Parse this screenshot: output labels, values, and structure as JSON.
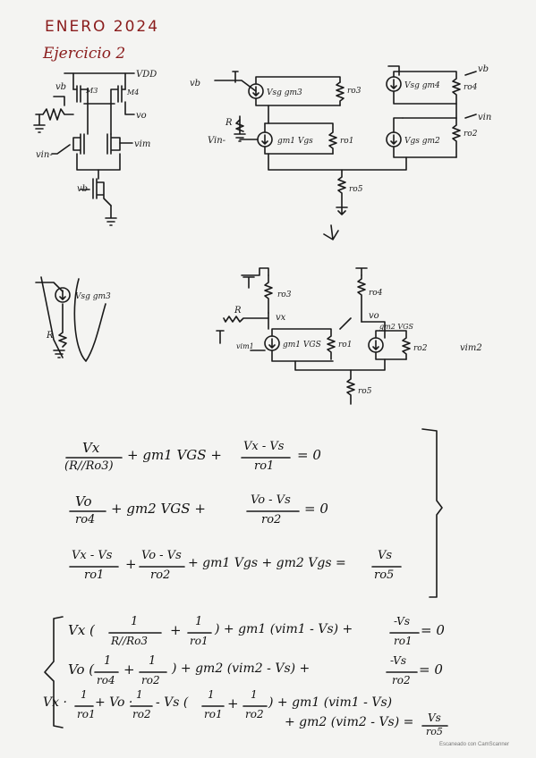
{
  "header": {
    "title": "ENERO 2024",
    "subtitle": "Ejercicio 2"
  },
  "circuit": {
    "vdd": "VDD",
    "vb": "vb",
    "m3": "M3",
    "m4": "M4",
    "vo": "vo",
    "vin_minus": "vin-",
    "vin_m": "vim",
    "vb_bottom": "vb"
  },
  "small_signal": {
    "vb": "vb",
    "src_m3": "Vsg gm3",
    "ro3": "ro3",
    "R": "R",
    "vin_minus": "Vin-",
    "src_m1": "gm1 Vgs",
    "ro1": "ro1",
    "ro5": "ro5",
    "src_m4": "Vsg gm4",
    "ro4": "ro4",
    "vb_right": "vb",
    "src_m2": "Vgs gm2",
    "ro2": "ro2",
    "vin_right": "vin"
  },
  "partial": {
    "src": "Vsg gm3",
    "R": "R"
  },
  "simplified": {
    "ro3": "ro3",
    "ro4": "ro4",
    "R": "R",
    "vx": "vx",
    "vo": "vo",
    "src_m2": "gm2 VGS",
    "vim1": "vim1",
    "src_m1": "gm1 VGS",
    "ro1": "ro1",
    "ro2": "ro2",
    "vim2": "vim2",
    "ro5": "ro5"
  },
  "equations": {
    "eq1_num": "Vx",
    "eq1_den": "(R//Ro3)",
    "eq1_mid": "+ gm1 VGS +",
    "eq1_frac_num": "Vx - Vs",
    "eq1_frac_den": "ro1",
    "eq1_rhs": "= 0",
    "eq2_num": "Vo",
    "eq2_den": "ro4",
    "eq2_mid": "+ gm2 VGS +",
    "eq2_frac_num": "Vo - Vs",
    "eq2_frac_den": "ro2",
    "eq2_rhs": "= 0",
    "eq3_a_num": "Vx - Vs",
    "eq3_a_den": "ro1",
    "eq3_plus": "+",
    "eq3_b_num": "Vo - Vs",
    "eq3_b_den": "ro2",
    "eq3_mid": "+ gm1 Vgs + gm2 Vgs =",
    "eq3_c_num": "Vs",
    "eq3_c_den": "ro5"
  },
  "system": {
    "l1_a": "Vx (",
    "l1_f1_num": "1",
    "l1_f1_den": "R//Ro3",
    "l1_p": "+",
    "l1_f2_num": "1",
    "l1_f2_den": "ro1",
    "l1_b": ") + gm1 (vim1 - Vs) +",
    "l1_f3_num": "-Vs",
    "l1_f3_den": "ro1",
    "l1_rhs": "= 0",
    "l2_a": "Vo (",
    "l2_f1_num": "1",
    "l2_f1_den": "ro4",
    "l2_p": "+",
    "l2_f2_num": "1",
    "l2_f2_den": "ro2",
    "l2_b": ") + gm2 (vim2 - Vs) +",
    "l2_f3_num": "-Vs",
    "l2_f3_den": "ro2",
    "l2_rhs": "= 0",
    "l3_a": "Vx ·",
    "l3_f1_num": "1",
    "l3_f1_den": "ro1",
    "l3_b": "+ Vo ·",
    "l3_f2_num": "1",
    "l3_f2_den": "ro2",
    "l3_c": "- Vs (",
    "l3_f3_num": "1",
    "l3_f3_den": "ro1",
    "l3_p": "+",
    "l3_f4_num": "1",
    "l3_f4_den": "ro2",
    "l3_d": ") + gm1 (vim1 - Vs)",
    "l4_a": "+ gm2 (vim2 - Vs) =",
    "l4_f_num": "Vs",
    "l4_f_den": "ro5"
  },
  "footer": {
    "scanner": "Escaneado con CamScanner"
  }
}
